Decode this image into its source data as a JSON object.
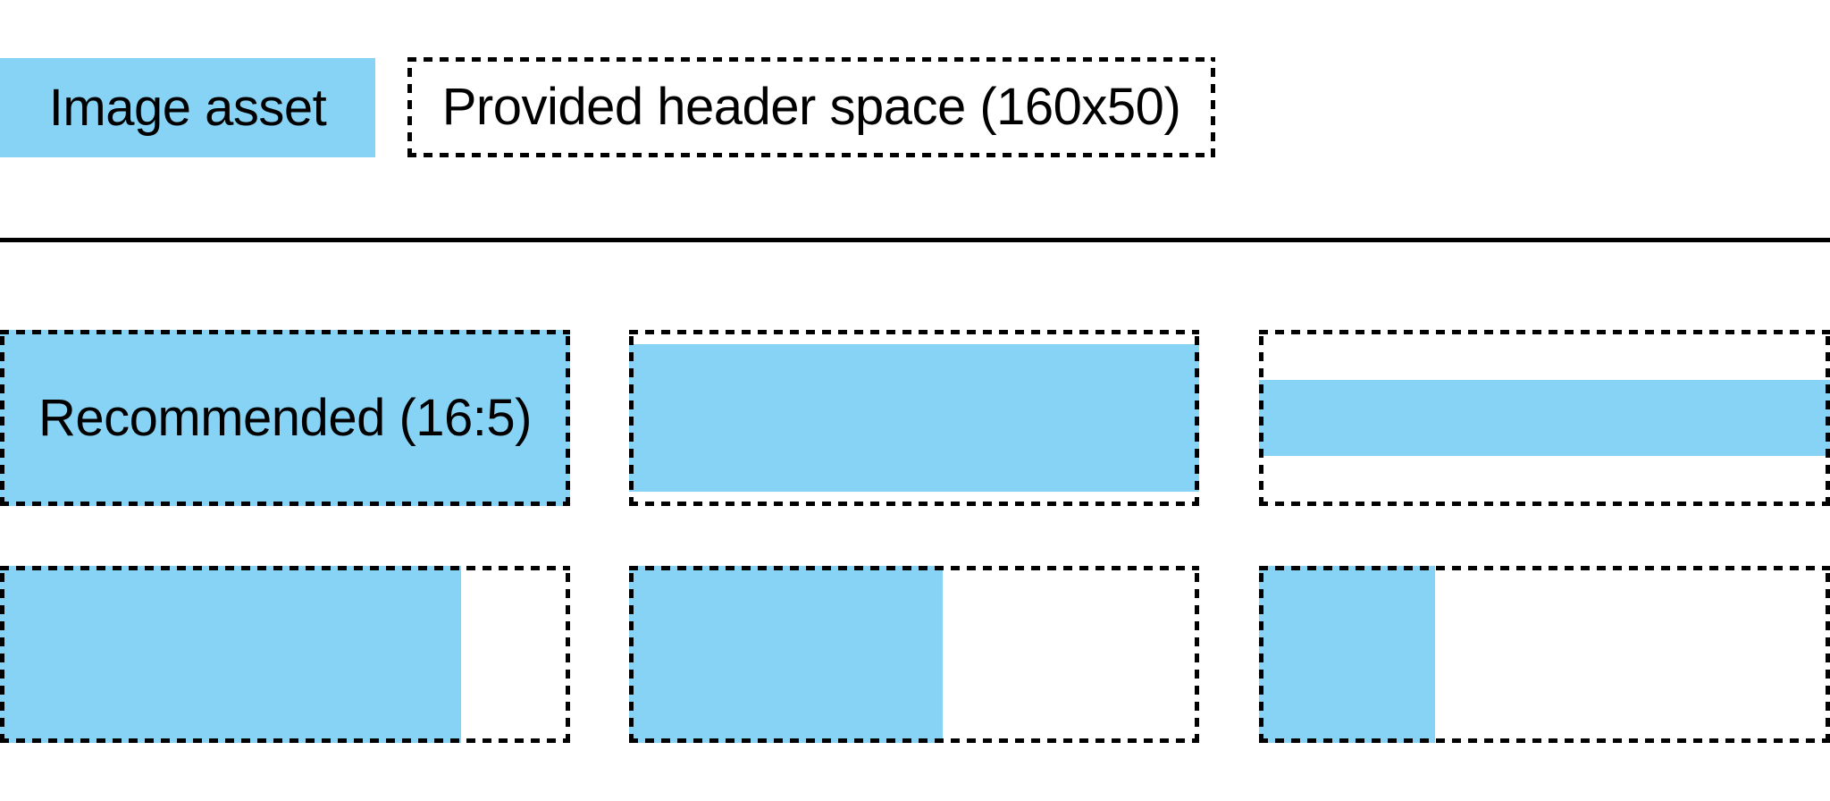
{
  "colors": {
    "asset-blue": "#87d3f5",
    "line-black": "#000000",
    "background": "#ffffff"
  },
  "legend": {
    "image_asset_label": "Image asset",
    "header_space_label": "Provided header space (160x50)",
    "header_space_size": "160x50"
  },
  "examples": {
    "recommended_label": "Recommended (16:5)",
    "recommended_ratio": "16:5",
    "row1": [
      {
        "name": "recommended-16-5",
        "fill_width_pct": 100,
        "fill_height_pct": 100,
        "label": "Recommended (16:5)"
      },
      {
        "name": "wide-asset-fits-width",
        "fill_width_pct": 100,
        "fill_height_pct": 83,
        "label": ""
      },
      {
        "name": "very-wide-asset-fits-width",
        "fill_width_pct": 100,
        "fill_height_pct": 43,
        "label": ""
      }
    ],
    "row2": [
      {
        "name": "tall-asset-fills-height-81pct-width",
        "fill_width_pct": 81,
        "fill_height_pct": 100,
        "label": ""
      },
      {
        "name": "tall-asset-fills-height-55pct-width",
        "fill_width_pct": 55,
        "fill_height_pct": 100,
        "label": ""
      },
      {
        "name": "tall-asset-fills-height-31pct-width",
        "fill_width_pct": 31,
        "fill_height_pct": 100,
        "label": ""
      }
    ]
  }
}
